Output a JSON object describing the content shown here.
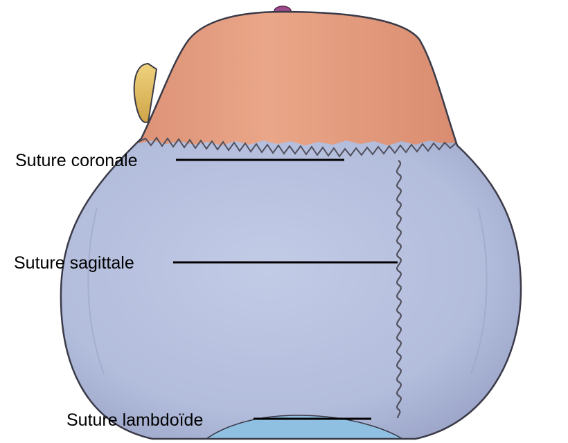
{
  "labels": [
    {
      "id": "coronal",
      "text": "Suture coronale"
    },
    {
      "id": "sagittal",
      "text": "Suture sagittale"
    },
    {
      "id": "lambdoid",
      "text": "Suture lambdoïde"
    }
  ],
  "colors": {
    "frontal_bone": "#e8a283",
    "parietal_bone": "#b4bedd",
    "occipital_bone": "#8fc0e2",
    "ear_tab": "#e3c46c",
    "knob": "#9d4a8d",
    "outline": "#3a3a48",
    "suture": "#50505c",
    "leader_line": "#000000"
  }
}
